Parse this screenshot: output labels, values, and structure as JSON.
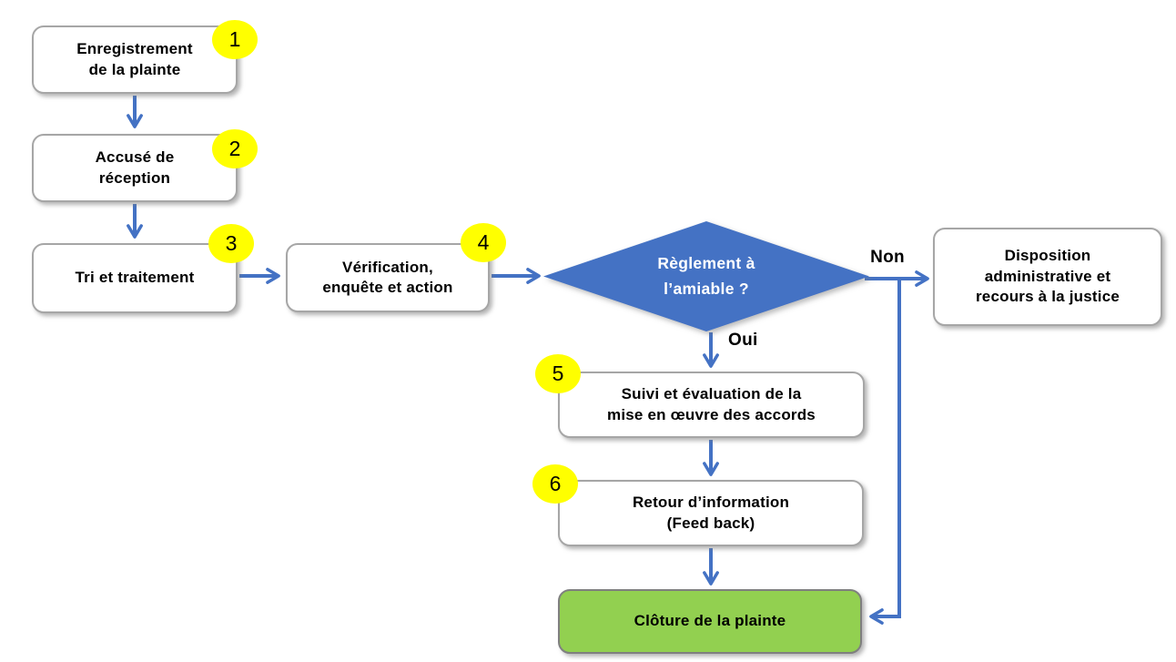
{
  "flowchart": {
    "title": "",
    "colors": {
      "blue": "#4472C4",
      "yellow": "#FFFF00",
      "green": "#92D050",
      "box_border": "#A6A6A6",
      "green_border": "#7F7F7F",
      "text": "#000000"
    },
    "steps": [
      {
        "number": "1",
        "text": "Enregistrement\nde la plainte"
      },
      {
        "number": "2",
        "text": "Accusé de\nréception"
      },
      {
        "number": "3",
        "text": "Tri et traitement"
      },
      {
        "number": "4",
        "text": "Vérification,\nenquête et action"
      },
      {
        "number": "5",
        "text": "Suivi et évaluation de la\nmise en œuvre des accords"
      },
      {
        "number": "6",
        "text": "Retour d’information\n(Feed back)"
      }
    ],
    "decision": {
      "text": "Règlement à\nl’amiable ?"
    },
    "outcome_no": {
      "text": "Disposition\nadministrative et\nrecours à la justice"
    },
    "terminal": {
      "text": "Clôture de la plainte"
    },
    "edge_labels": {
      "yes": "Oui",
      "no": "Non"
    }
  }
}
